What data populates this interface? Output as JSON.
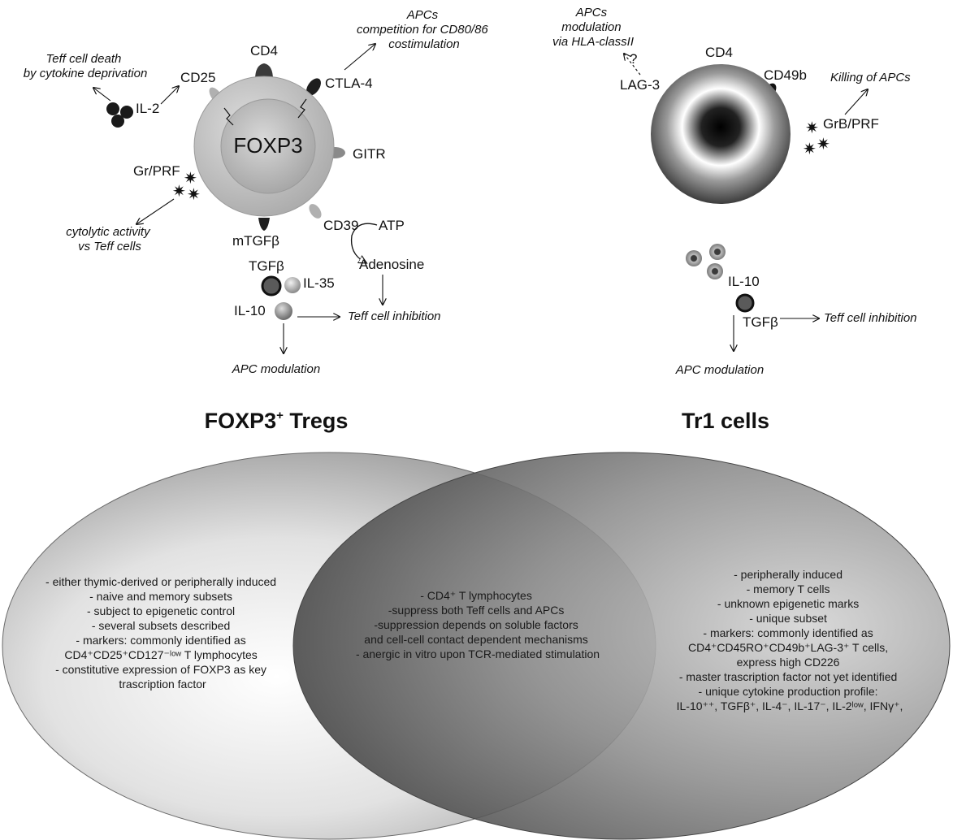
{
  "treg": {
    "title": "FOXP3",
    "title_sup": "+",
    "title_rest": " Tregs",
    "nucleus_label": "FOXP3",
    "markers": {
      "cd25": "CD25",
      "cd4": "CD4",
      "ctla4": "CTLA-4",
      "gitr": "GITR",
      "cd39": "CD39",
      "mtgfb": "mTGFβ"
    },
    "cytokines": {
      "il2": "IL-2",
      "grprf": "Gr/PRF",
      "tgfb": "TGFβ",
      "il35": "IL-35",
      "il10": "IL-10",
      "atp": "ATP",
      "adenosine": "Adenosine"
    },
    "annotations": {
      "teff_death_1": "Teff cell death",
      "teff_death_2": "by cytokine deprivation",
      "apc_comp_1": "APCs",
      "apc_comp_2": "competition for CD80/86",
      "apc_comp_3": "costimulation",
      "cytolytic_1": "cytolytic activity",
      "cytolytic_2": "vs Teff cells",
      "teff_inhibition": "Teff cell inhibition",
      "apc_modulation": "APC modulation"
    }
  },
  "tr1": {
    "title": "Tr1 cells",
    "markers": {
      "cd4": "CD4",
      "cd49b": "CD49b",
      "lag3": "LAG-3"
    },
    "cytokines": {
      "grbprf": "GrB/PRF",
      "il10": "IL-10",
      "tgfb": "TGFβ"
    },
    "annotations": {
      "apc_mod_1": "APCs",
      "apc_mod_2": "modulation",
      "apc_mod_3": "via HLA-classII",
      "question": "?",
      "killing": "Killing of APCs",
      "teff_inhibition": "Teff cell inhibition",
      "apc_modulation": "APC modulation"
    }
  },
  "venn": {
    "left_lines": [
      "- either thymic-derived or peripherally induced",
      "- naive and memory subsets",
      "- subject to epigenetic control",
      "- several subsets described",
      "- markers: commonly identified as",
      "CD4⁺CD25⁺CD127⁻ˡᵒʷ T lymphocytes",
      "- constitutive expression of FOXP3 as key",
      "trascription factor"
    ],
    "center_lines": [
      "- CD4⁺ T lymphocytes",
      "-suppress both Teff cells and APCs",
      "-suppression depends on soluble factors",
      "and cell-cell contact dependent mechanisms",
      "- anergic in vitro upon TCR-mediated stimulation"
    ],
    "right_lines": [
      "- peripherally induced",
      "- memory T cells",
      "- unknown epigenetic marks",
      "- unique subset",
      "- markers: commonly identified as",
      "CD4⁺CD45RO⁺CD49b⁺LAG-3⁺ T cells,",
      "express high CD226",
      "- master trascription factor not yet identified",
      "- unique cytokine production profile:",
      "IL-10⁺⁺, TGFβ⁺, IL-4⁻, IL-17⁻, IL-2ˡᵒʷ, IFNγ⁺,"
    ]
  },
  "colors": {
    "ink": "#111111",
    "shape_dark": "#3a3a3a",
    "cell_gray": "#b9b9b9"
  }
}
